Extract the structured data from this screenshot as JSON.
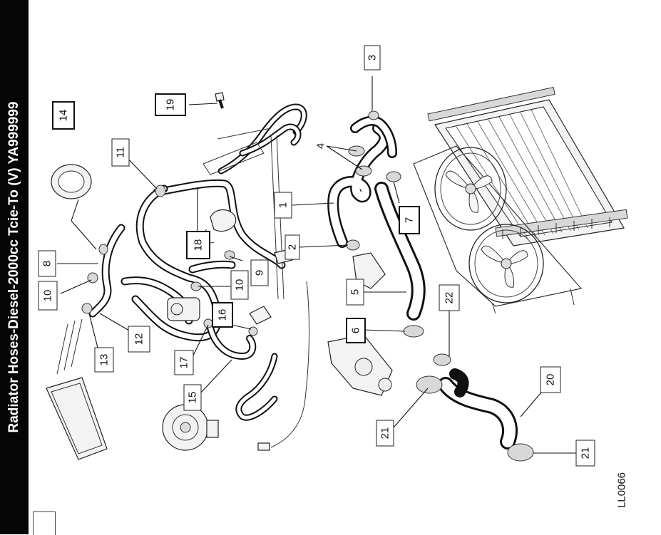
{
  "title": "Radiator Hoses-Diesel-2000cc Tcie-To (V) YA999999",
  "drawing_code": "LL0066",
  "callouts": {
    "c1": "1",
    "c2": "2",
    "c3": "3",
    "c4": "4",
    "c5": "5",
    "c6": "6",
    "c7": "7",
    "c8": "8",
    "c9": "9",
    "c10a": "10",
    "c10b": "10",
    "c11": "11",
    "c12": "12",
    "c13": "13",
    "c14": "14",
    "c15": "15",
    "c16": "16",
    "c17": "17",
    "c18": "18",
    "c19": "19",
    "c20": "20",
    "c21a": "21",
    "c21b": "21",
    "c22": "22"
  }
}
